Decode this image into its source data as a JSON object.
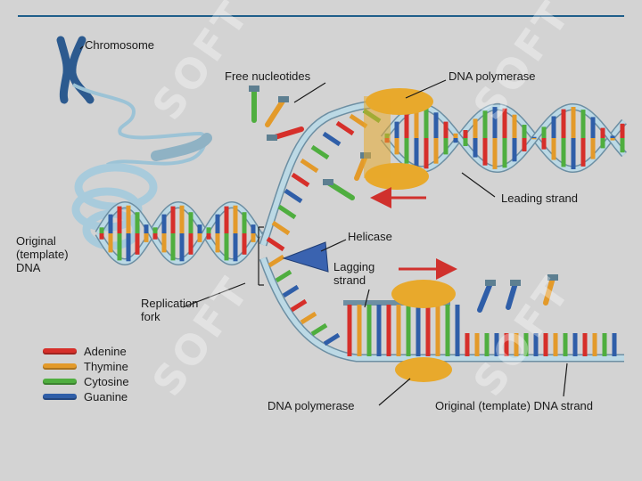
{
  "labels": {
    "chromosome": "Chromosome",
    "free_nucleotides": "Free nucleotides",
    "dna_polymerase_top": "DNA polymerase",
    "leading_strand": "Leading strand",
    "original_template_dna": "Original\n(template)\nDNA",
    "helicase": "Helicase",
    "lagging_strand": "Lagging\nstrand",
    "replication_fork": "Replication\nfork",
    "dna_polymerase_bottom": "DNA polymerase",
    "original_template_dna_strand": "Original (template) DNA strand"
  },
  "legend": [
    {
      "label": "Adenine",
      "color": "#d62f2a"
    },
    {
      "label": "Thymine",
      "color": "#e39a2a"
    },
    {
      "label": "Cytosine",
      "color": "#4fae3f"
    },
    {
      "label": "Guanine",
      "color": "#2f5ea8"
    }
  ],
  "colors": {
    "backbone": "#b9d7e3",
    "backbone_edge": "#6d8fa3",
    "polymerase": "#e8a92c",
    "helicase": "#3a63b0",
    "chromosome": "#2c5a8f",
    "arrow": "#d0312d"
  }
}
